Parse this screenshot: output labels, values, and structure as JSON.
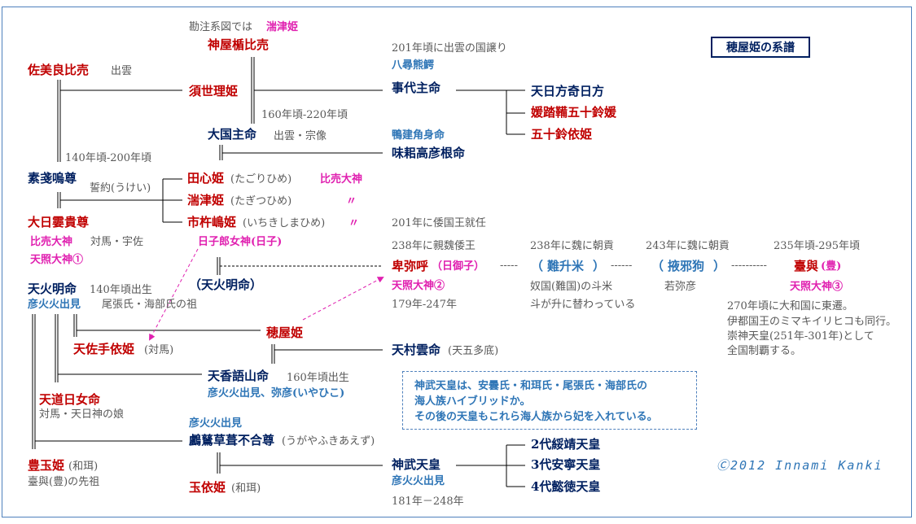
{
  "title": "穂屋姫の系譜",
  "people": {
    "kamuya": "神屋楯比売",
    "sabi": "佐美良比売",
    "suseri": "須世理姫",
    "okuni": "大国主命",
    "kotoshiro": "事代主命",
    "amehi": "天日方奇日方",
    "himetatara": "媛踏鞴五十鈴媛",
    "isuzuyori": "五十鈴依姫",
    "ajisuki": "味耜高彦根命",
    "susanoo": "素戔嗚尊",
    "tagori": "田心姫",
    "tagitsu": "湍津姫",
    "ichiki": "市杵嶋姫",
    "ohirume": "大日孁貴尊",
    "himiko": "卑弥呼",
    "nashime": "難升米",
    "ekiyaku": "掖邪狗",
    "toyo": "臺與",
    "amenohoakari": "天火明命",
    "amenohoakari_paren": "（天火明命）",
    "hoyahime": "穂屋姫",
    "sateyori": "天佐手依姫",
    "amanomurakumo": "天村雲命",
    "amenokagoyama": "天香語山命",
    "amenomichihime": "天道日女命",
    "ugaya": "鸕鶿草葺不合尊",
    "toyotama": "豊玉姫",
    "tamayori": "玉依姫",
    "jimmu": "神武天皇",
    "suizei": "2代綏靖天皇",
    "annei": "3代安寧天皇",
    "itoku": "4代懿徳天皇"
  },
  "notes": {
    "kanchu": "勘注系図では",
    "kanchu_name": "湍津姫",
    "kuniyuzuri": "201年頃に出雲の国譲り",
    "yahiro": "八尋熊鰐",
    "sabi_place": "出雲",
    "suseri_years": "160年頃-220年頃",
    "okuni_place": "出雲・宗像",
    "kamo": "鴨建角身命",
    "susanoo_years": "140年頃-200年頃",
    "seiyaku": "誓約(うけい)",
    "tagori_yomi": "(たごりひめ)",
    "tagitsu_yomi": "(たぎつひめ)",
    "ichiki_yomi": "(いちきしまひめ)",
    "hime_okami": "比売大神",
    "ditto1": "〃",
    "ditto2": "〃",
    "wakoku": "201年に倭国王就任",
    "hiko": "日子郎女神(日子)",
    "hime_okami2": "比売大神",
    "tsushima_usa": "対馬・宇佐",
    "amaterasu1": "天照大神①",
    "shingi": "238年に親魏倭王",
    "g238": "238年に魏に朝貢",
    "g243": "243年に魏に朝貢",
    "toyo_years": "235年頃-295年頃",
    "himiko_alias": "（日御子）",
    "dash1": "-----",
    "nashime_open": "（",
    "nashime_close": "）",
    "dash2": "------",
    "ekiyaku_open": "（",
    "ekiyaku_close": "）",
    "dash3": "----------",
    "toyo_alias": "(豊)",
    "amaterasu2": "天照大神②",
    "himiko_years": "179年-247年",
    "nakoku": "奴国(難国)の斗米",
    "wakamiya": "若弥彦",
    "amaterasu3": "天照大神③",
    "tome": "斗が升に替わっている",
    "honoakari_years": "140年頃出生",
    "hikohohodemi1": "彦火火出見",
    "owari": "尾張氏・海部氏の祖",
    "toyo_east1": "270年頃に大和国に東遷。",
    "toyo_east2": "伊都国王のミマキイリヒコも同行。",
    "toyo_east3": "崇神天皇(251年-301年)として",
    "toyo_east4": "全国制覇する。",
    "tsushima1": "(対馬)",
    "amanomurakumo_alias": "(天五多底)",
    "kagoyama_years": "160年頃出生",
    "kagoyama_alias": "彦火火出見、弥彦(いやひこ)",
    "michihime_desc": "対馬・天日神の娘",
    "hikohohodemi2": "彦火火出見",
    "ugaya_yomi": "(うがやふきあえず)",
    "toyotama_tag": "(和珥)",
    "toyotama_desc": "臺與(豊)の先祖",
    "tamayori_tag": "(和珥)",
    "jimmu_alias": "彦火火出見",
    "jimmu_years": "181年－248年"
  },
  "note_box": [
    "神武天皇は、安曇氏・和珥氏・尾張氏・海部氏の",
    "海人族ハイブリッドか。",
    "その後の天皇もこれら海人族から妃を入れている。"
  ],
  "copyright": "Ⓒ2012 Innami Kanki"
}
